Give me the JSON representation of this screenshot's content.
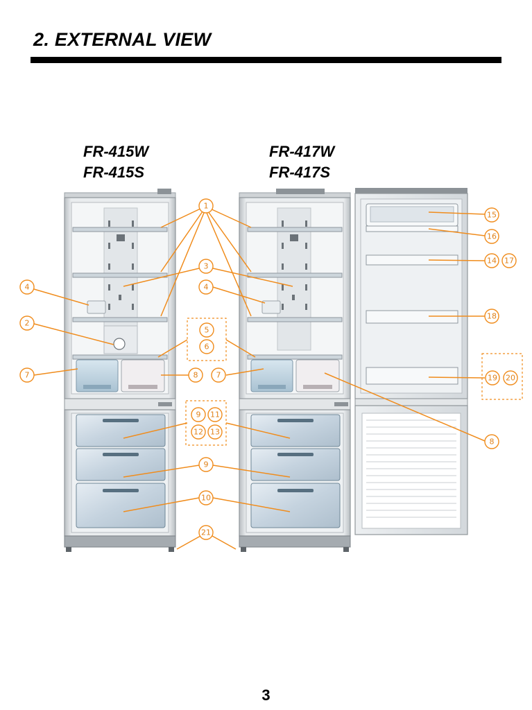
{
  "header": {
    "title": "2. EXTERNAL VIEW"
  },
  "models": {
    "left": {
      "line1": "FR-415W",
      "line2": "FR-415S"
    },
    "right": {
      "line1": "FR-417W",
      "line2": "FR-417S"
    }
  },
  "callouts": {
    "c1": "1",
    "c2": "2",
    "c3": "3",
    "c4a": "4",
    "c4b": "4",
    "c5": "5",
    "c6": "6",
    "c7a": "7",
    "c7b": "7",
    "c8a": "8",
    "c8b": "8",
    "c9a": "9",
    "c11": "11",
    "c12": "12",
    "c13": "13",
    "c9b": "9",
    "c10": "10",
    "c21": "21",
    "c15": "15",
    "c16": "16",
    "c14": "14",
    "c17": "17",
    "c18": "18",
    "c19": "19",
    "c20": "20"
  },
  "colors": {
    "callout_orange": "#f08c1c",
    "fridge_body": "#dfe3e6",
    "interior": "#f2f4f5",
    "drawer_blue": "#c9d6e2"
  },
  "footer": {
    "page_number": "3"
  }
}
